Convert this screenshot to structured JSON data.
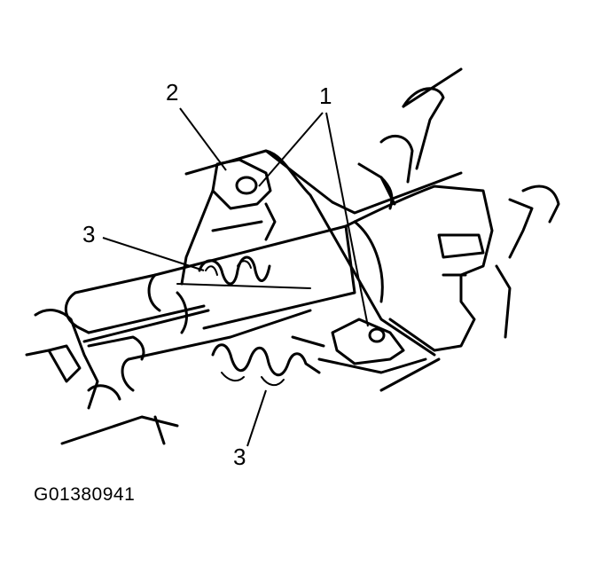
{
  "callouts": {
    "label_1": "1",
    "label_2": "2",
    "label_3_upper": "3",
    "label_3_lower": "3"
  },
  "figure_id": "G01380941"
}
